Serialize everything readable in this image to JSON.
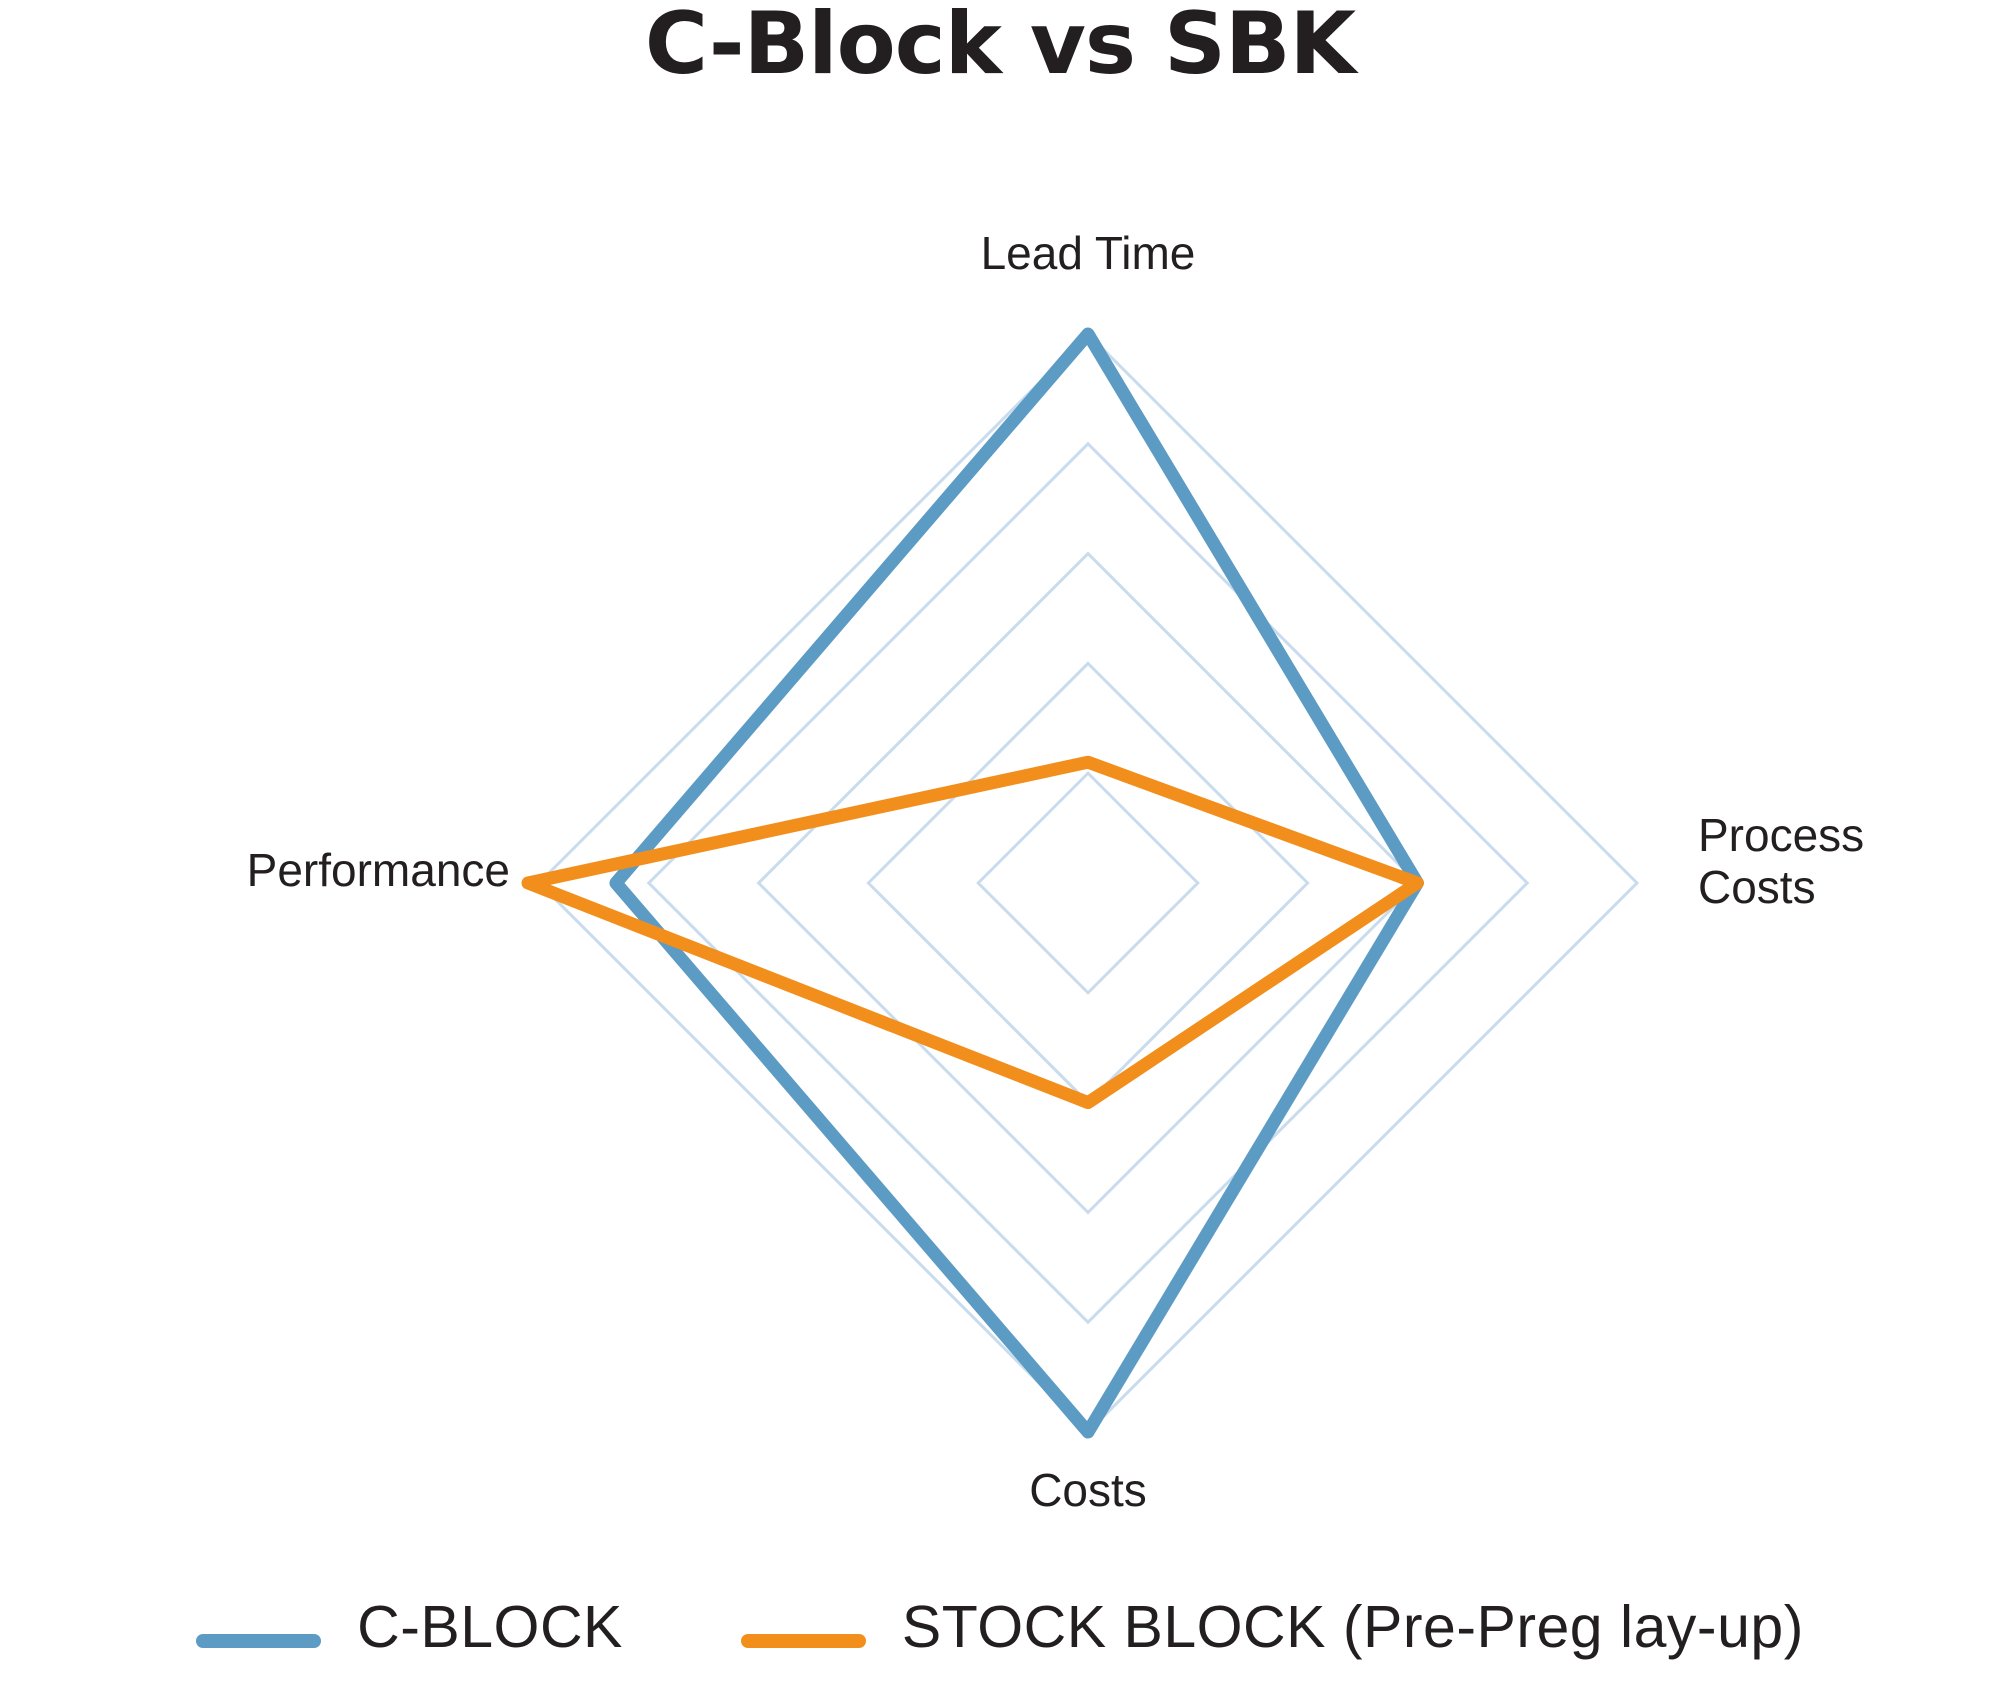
{
  "title": "C-Block vs SBK",
  "axis_labels": {
    "top": "Lead Time",
    "right": "Process\nCosts",
    "bottom": "Costs",
    "left": "Performance"
  },
  "legend": {
    "items": [
      {
        "label": "C-BLOCK",
        "color": "#5b9bc4"
      },
      {
        "label": "STOCK BLOCK (Pre-Preg lay-up)",
        "color": "#f28e1c"
      }
    ]
  },
  "colors": {
    "series_blue": "#5b9bc4",
    "series_orange": "#f28e1c",
    "grid": "#c9dced",
    "text": "#231f20",
    "background": "#ffffff"
  },
  "chart_data": {
    "type": "radar",
    "title": "C-Block vs SBK",
    "categories": [
      "Lead Time",
      "Process Costs",
      "Costs",
      "Performance"
    ],
    "rmax": 5,
    "rings": 5,
    "grid": true,
    "legend_position": "bottom",
    "series": [
      {
        "name": "C-BLOCK",
        "color": "#5b9bc4",
        "values": [
          5.0,
          3.0,
          5.0,
          4.3
        ]
      },
      {
        "name": "STOCK BLOCK (Pre-Preg lay-up)",
        "color": "#f28e1c",
        "values": [
          1.1,
          3.0,
          2.0,
          5.1
        ]
      }
    ]
  }
}
